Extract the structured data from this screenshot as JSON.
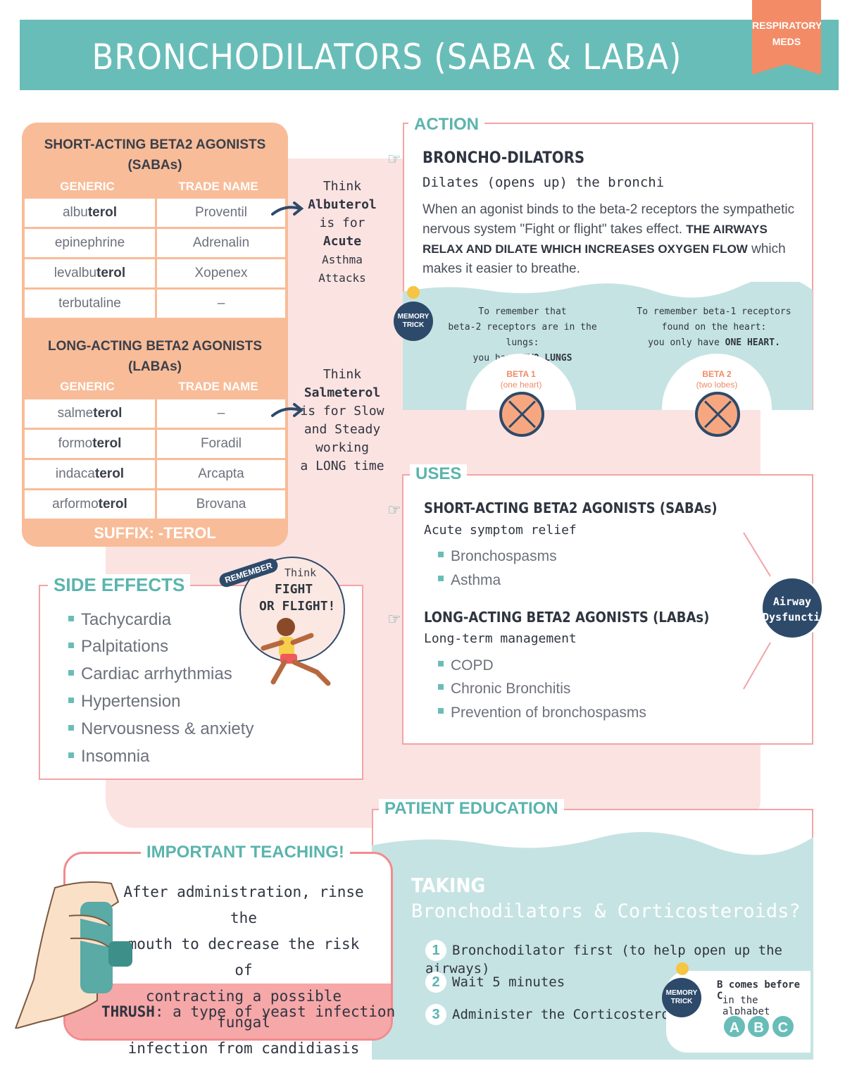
{
  "header": {
    "title": "BRONCHODILATORS (SABA & LABA)",
    "ribbon_line1": "RESPIRATORY",
    "ribbon_line2": "MEDS"
  },
  "saba": {
    "title_line1": "SHORT-ACTING BETA2 AGONISTS",
    "title_line2": "(SABAs)",
    "col_generic": "GENERIC",
    "col_trade": "TRADE NAME",
    "rows": [
      {
        "generic_stem": "albu",
        "generic_suffix": "terol",
        "trade": "Proventil"
      },
      {
        "generic_stem": "epinephrine",
        "generic_suffix": "",
        "trade": "Adrenalin"
      },
      {
        "generic_stem": "levalbu",
        "generic_suffix": "terol",
        "trade": "Xopenex"
      },
      {
        "generic_stem": "terbutaline",
        "generic_suffix": "",
        "trade": "–"
      }
    ]
  },
  "laba": {
    "title_line1": "LONG-ACTING BETA2 AGONISTS",
    "title_line2": "(LABAs)",
    "col_generic": "GENERIC",
    "col_trade": "TRADE NAME",
    "rows": [
      {
        "generic_stem": "salme",
        "generic_suffix": "terol",
        "trade": "–"
      },
      {
        "generic_stem": "formo",
        "generic_suffix": "terol",
        "trade": "Foradil"
      },
      {
        "generic_stem": "indaca",
        "generic_suffix": "terol",
        "trade": "Arcapta"
      },
      {
        "generic_stem": "arformo",
        "generic_suffix": "terol",
        "trade": "Brovana"
      }
    ],
    "suffix": "SUFFIX: -TEROL"
  },
  "think1": {
    "l1": "Think",
    "l2": "Albuterol",
    "l3": "is for",
    "l4": "Acute",
    "l5": "Asthma Attacks"
  },
  "think2": {
    "l1": "Think",
    "l2": "Salmeterol",
    "l3": "is for Slow",
    "l4": "and Steady",
    "l5": "working",
    "l6": "a LONG time"
  },
  "action": {
    "title": "ACTION",
    "heading": "BRONCHO-DILATORS",
    "subheading": "Dilates (opens up) the bronchi",
    "body_plain": "When an agonist binds to the beta-2 receptors the sympathetic nervous system \"Fight or flight\" takes effect.",
    "body_bold": "THE AIRWAYS RELAX AND DILATE WHICH INCREASES OXYGEN FLOW",
    "body_end": "which makes it easier to breathe."
  },
  "memory_trick": {
    "badge": "MEMORY TRICK",
    "left_l1": "To remember that",
    "left_l2": "beta-2 receptors are in the lungs:",
    "left_l3a": "you have ",
    "left_l3b": "TWO LUNGS",
    "right_l1": "To remember beta-1 receptors",
    "right_l2": "found on the heart:",
    "right_l3a": "you only have ",
    "right_l3b": "ONE HEART.",
    "beta1_label": "BETA 1",
    "beta1_sub": "(one heart)",
    "beta2_label": "BETA 2",
    "beta2_sub": "(two lobes)"
  },
  "uses": {
    "title": "USES",
    "saba_heading": "SHORT-ACTING BETA2 AGONISTS (SABAs)",
    "saba_sub": "Acute symptom relief",
    "saba_items": [
      "Bronchospasms",
      "Asthma"
    ],
    "laba_heading": "LONG-ACTING BETA2 AGONISTS (LABAs)",
    "laba_sub": "Long-term management",
    "laba_items": [
      "COPD",
      "Chronic Bronchitis",
      "Prevention of bronchospasms"
    ],
    "badge_l1": "Airway",
    "badge_l2": "Dysfunction"
  },
  "side_effects": {
    "title": "SIDE EFFECTS",
    "items": [
      "Tachycardia",
      "Palpitations",
      "Cardiac arrhythmias",
      "Hypertension",
      "Nervousness & anxiety",
      "Insomnia"
    ],
    "remember": "REMEMBER",
    "think": "Think",
    "fight_l1": "FIGHT",
    "fight_l2": "OR FLIGHT!"
  },
  "teaching": {
    "title": "IMPORTANT TEACHING!",
    "l1": "After administration, rinse the",
    "l2": "mouth to decrease the risk of",
    "l3": "contracting a possible fungal",
    "l4": "infection from candidiasis",
    "thrush_bold": "THRUSH",
    "thrush_rest": ": a type of yeast infection"
  },
  "education": {
    "title": "PATIENT EDUCATION",
    "taking": "TAKING",
    "taking_sub": "Bronchodilators & Corticosteroids?",
    "steps": [
      {
        "n": "1",
        "text": "Bronchodilator first (to help open up the airways)"
      },
      {
        "n": "2",
        "text": "Wait 5 minutes"
      },
      {
        "n": "3",
        "text": "Administer the Corticosteroid"
      }
    ],
    "memory_badge": "MEMORY TRICK",
    "bc_l1": "B comes before C",
    "bc_l2": "in the alphabet",
    "abc": [
      "A",
      "B",
      "C"
    ]
  },
  "colors": {
    "teal": "#69bdb8",
    "peach": "#f8bc98",
    "coral": "#f28b66",
    "pink_border": "#f2a4a6",
    "navy": "#2e4a6a"
  }
}
